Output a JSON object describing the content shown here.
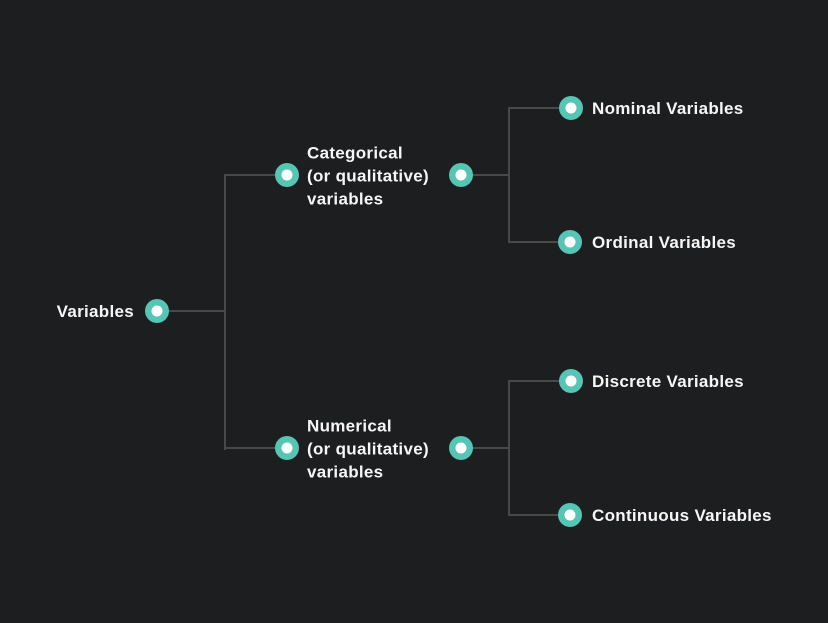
{
  "tree": {
    "root": {
      "label": "Variables"
    },
    "branches": [
      {
        "lines": [
          "Categorical",
          "(or qualitative)",
          "variables"
        ],
        "children": [
          "Nominal Variables",
          "Ordinal Variables"
        ]
      },
      {
        "lines": [
          "Numerical",
          "(or qualitative)",
          "variables"
        ],
        "children": [
          "Discrete Variables",
          "Continuous Variables"
        ]
      }
    ]
  },
  "colors": {
    "background": "#1d1e20",
    "line": "#48494b",
    "node": "#56c5b4",
    "node_core": "#ffffff",
    "text": "#f6f6f6"
  }
}
